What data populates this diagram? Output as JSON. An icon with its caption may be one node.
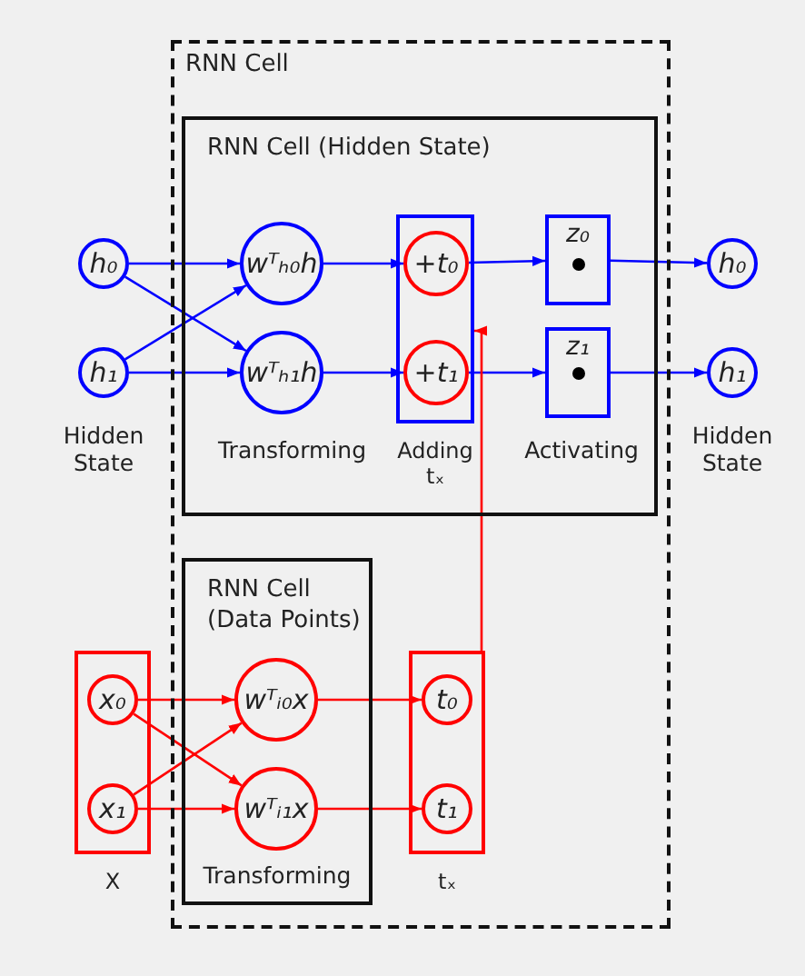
{
  "diagram": {
    "nodes": [
      {
        "text": [
          "RNN Cell"
        ]
      },
      {
        "text": [
          "RNN Cell (Hidden State)"
        ],
        "in": 0
      },
      {
        "text": [
          "h₀"
        ]
      },
      {
        "text": [
          "h₁"
        ]
      },
      {
        "text": [
          "wᵀₕ₀h"
        ],
        "in": 1
      },
      {
        "text": [
          "wᵀₕ₁h"
        ],
        "in": 1
      },
      {
        "text": [
          "Adding tₓ"
        ],
        "in": 1
      },
      {
        "text": [
          "+t₀"
        ],
        "in": 6
      },
      {
        "text": [
          "+t₁"
        ],
        "in": 6
      },
      {
        "text": [
          "z₀"
        ],
        "in": 1
      },
      {
        "text": [
          "z₁"
        ],
        "in": 1
      },
      {
        "text": [
          "h₀"
        ]
      },
      {
        "text": [
          "h₁"
        ]
      },
      {
        "text": [
          "RNN Cell (Data Points)",
          "Transforming"
        ],
        "in": 0
      },
      {
        "text": [
          "X"
        ]
      },
      {
        "text": [
          "x₀"
        ],
        "in": 14
      },
      {
        "text": [
          "x₁"
        ],
        "in": 14
      },
      {
        "text": [
          "wᵀᵢ₀x"
        ],
        "in": 13
      },
      {
        "text": [
          "wᵀᵢ₁x"
        ],
        "in": 13
      },
      {
        "text": [
          "tₓ"
        ],
        "in": 0
      },
      {
        "text": [
          "t₀"
        ],
        "in": 19
      },
      {
        "text": [
          "t₁"
        ],
        "in": 19
      }
    ],
    "edges": [
      {
        "from": 2,
        "to": 4,
        "arrow": "to"
      },
      {
        "from": 2,
        "to": 5,
        "arrow": "to"
      },
      {
        "from": 3,
        "to": 4,
        "arrow": "to"
      },
      {
        "from": 3,
        "to": 5,
        "arrow": "to"
      },
      {
        "from": 4,
        "to": 7,
        "arrow": "to"
      },
      {
        "from": 5,
        "to": 8,
        "arrow": "to"
      },
      {
        "from": 7,
        "to": 9,
        "arrow": "to"
      },
      {
        "from": 8,
        "to": 10,
        "arrow": "to"
      },
      {
        "from": 9,
        "to": 11,
        "arrow": "to"
      },
      {
        "from": 10,
        "to": 12,
        "arrow": "to"
      },
      {
        "from": 15,
        "to": 17,
        "arrow": "to",
        "color": "#ff0000"
      },
      {
        "from": 15,
        "to": 18,
        "arrow": "to",
        "color": "#ff0000"
      },
      {
        "from": 16,
        "to": 17,
        "arrow": "to",
        "color": "#ff0000"
      },
      {
        "from": 16,
        "to": 18,
        "arrow": "to",
        "color": "#ff0000"
      },
      {
        "from": 17,
        "to": 20,
        "arrow": "to",
        "color": "#ff0000"
      },
      {
        "from": 18,
        "to": 21,
        "arrow": "to",
        "color": "#ff0000"
      },
      {
        "from": 19,
        "to": 6,
        "arrow": "to",
        "color": "#ff0000"
      }
    ],
    "labels": [
      "Hidden State",
      "Transforming",
      "Activating",
      "Hidden State"
    ]
  }
}
